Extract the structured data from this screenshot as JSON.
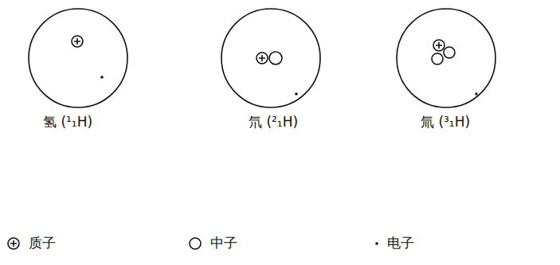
{
  "diagram": {
    "nodes": [
      {
        "text": [
          "氢 (¹₁H)"
        ]
      },
      {
        "text": [
          "氘 (²₁H)"
        ]
      },
      {
        "text": [
          "氚 (³₁H)"
        ]
      }
    ],
    "legend": [
      {
        "text": "质子"
      },
      {
        "text": "中子"
      },
      {
        "text": "电子"
      }
    ]
  }
}
